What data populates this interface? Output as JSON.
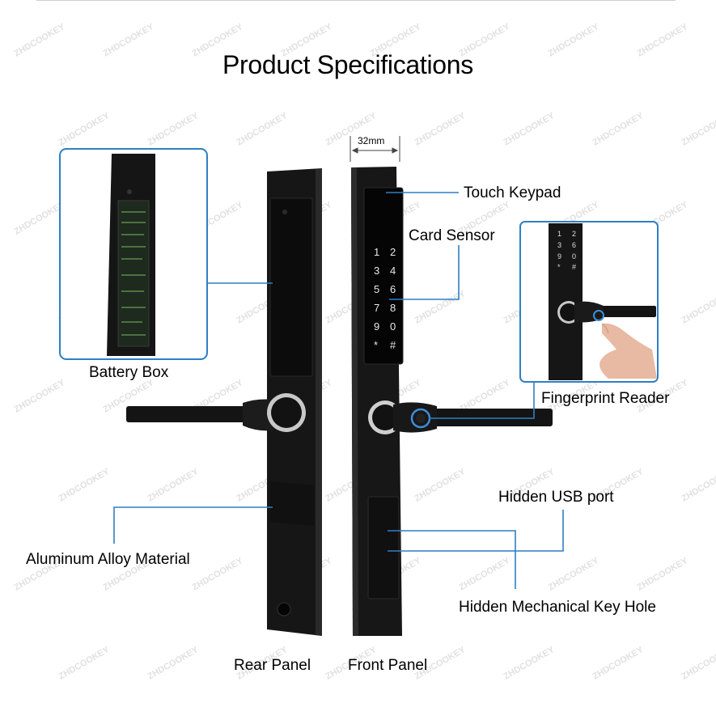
{
  "title": "Product Specifications",
  "dimension": "32mm",
  "labels": {
    "touch_keypad": "Touch Keypad",
    "card_sensor": "Card Sensor",
    "battery_box": "Battery Box",
    "fingerprint_reader": "Fingerprint Reader",
    "hidden_usb_port": "Hidden USB port",
    "aluminum_alloy": "Aluminum Alloy Material",
    "hidden_key_hole": "Hidden Mechanical Key Hole",
    "rear_panel": "Rear Panel",
    "front_panel": "Front Panel"
  },
  "keypad_keys": [
    "1",
    "2",
    "3",
    "4",
    "5",
    "6",
    "7",
    "8",
    "9",
    "0",
    "*",
    "#"
  ],
  "watermark": "ZHDCOOKEY",
  "colors": {
    "callout_line": "#2f7fc4",
    "lock_body": "#1a1a1a",
    "keypad_glass": "#050505",
    "key_text": "#e8e8e8",
    "handle": "#151515",
    "fingerprint_ring": "#3b8fd9"
  }
}
